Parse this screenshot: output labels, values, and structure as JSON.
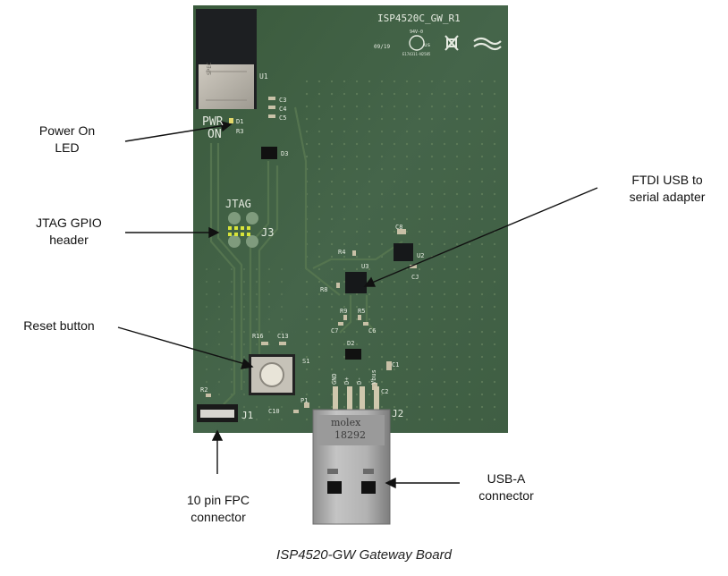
{
  "board": {
    "title": "ISP4520C_GW_R1",
    "date_code": "09/19",
    "cert_small_top": "94V-0",
    "cert_small_bottom": "E174311-N2585",
    "ul_mark": "us",
    "silkscreen": {
      "u1": "U1",
      "c3": "C3",
      "c4": "C4",
      "c5": "C5",
      "pwr": "PWR",
      "on": "ON",
      "d1": "D1",
      "r3": "R3",
      "d3": "D3",
      "jtag": "JTAG",
      "j3": "J3",
      "c8": "C8",
      "r4": "R4",
      "u3": "U3",
      "u2": "U2",
      "cj": "CJ",
      "r8": "R8",
      "r9": "R9",
      "r5": "R5",
      "c7": "C7",
      "c6": "C6",
      "r16": "R16",
      "c13": "C13",
      "d2": "D2",
      "s1": "S1",
      "c1": "C1",
      "c2": "C2",
      "gnd": "GND",
      "d_plus": "D+",
      "d_minus": "D-",
      "vbus": "Vbus",
      "r2": "R2",
      "j1": "J1",
      "p1": "P1",
      "c10": "C10",
      "j2": "J2"
    },
    "usb_plug_text": {
      "line1": "molex",
      "line2": "18292"
    }
  },
  "callouts": {
    "power_on_led": [
      "Power On",
      "LED"
    ],
    "jtag_gpio_header": [
      "JTAG GPIO",
      "header"
    ],
    "reset_button": [
      "Reset button"
    ],
    "fpc_connector": [
      "10 pin FPC",
      "connector"
    ],
    "ftdi_adapter": [
      "FTDI USB to",
      "serial adapter"
    ],
    "usb_a_connector": [
      "USB-A",
      "connector"
    ]
  },
  "caption": "ISP4520-GW Gateway Board",
  "colors": {
    "pcb": "#3d5a3e",
    "silkscreen": "#e6ebe1",
    "module_shield": "#b9b5ac",
    "usb_plug": "#a7a7a7",
    "led_pads": "#d8e43a"
  }
}
